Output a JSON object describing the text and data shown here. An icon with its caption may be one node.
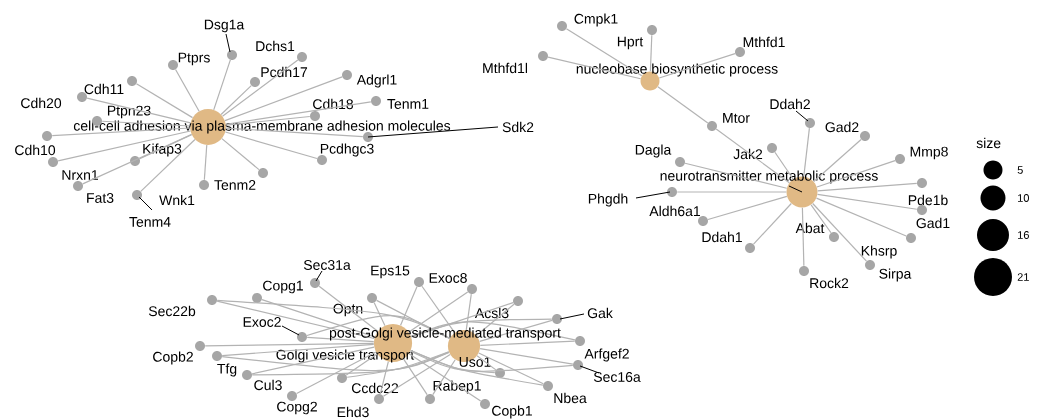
{
  "diagram": {
    "nodes": [
      {
        "text": [
          "cell-cell adhesion via plasma-membrane adhesion molecules"
        ]
      },
      {
        "text": [
          "Ptprs"
        ]
      },
      {
        "text": [
          "Dsg1a"
        ]
      },
      {
        "text": [
          "Dchs1"
        ]
      },
      {
        "text": [
          "Pcdh17"
        ]
      },
      {
        "text": [
          "Adgrl1"
        ]
      },
      {
        "text": [
          "Cdh11"
        ]
      },
      {
        "text": [
          "Cdh20"
        ]
      },
      {
        "text": [
          "Tenm1"
        ]
      },
      {
        "text": [
          "Cdh18"
        ]
      },
      {
        "text": [
          "Ptpn23"
        ]
      },
      {
        "text": [
          "Cdh10"
        ]
      },
      {
        "text": [
          "Sdk2"
        ]
      },
      {
        "text": [
          "Nrxn1"
        ]
      },
      {
        "text": [
          "Kifap3"
        ]
      },
      {
        "text": [
          "Pcdhgc3"
        ]
      },
      {
        "text": [
          "Fat3"
        ]
      },
      {
        "text": [
          "Tenm2"
        ]
      },
      {
        "text": [
          "Wnk1"
        ]
      },
      {
        "text": [
          "Tenm4"
        ]
      },
      {
        "text": [
          "nucleobase biosynthetic process"
        ]
      },
      {
        "text": [
          "Cmpk1"
        ]
      },
      {
        "text": [
          "Hprt"
        ]
      },
      {
        "text": [
          "Mthfd1"
        ]
      },
      {
        "text": [
          "Mthfd1l"
        ]
      },
      {
        "text": [
          "Mtor"
        ]
      },
      {
        "text": [
          "neurotransmitter metabolic process"
        ]
      },
      {
        "text": [
          "Ddah2"
        ]
      },
      {
        "text": [
          "Gad2"
        ]
      },
      {
        "text": [
          "Jak2"
        ]
      },
      {
        "text": [
          "Dagla"
        ]
      },
      {
        "text": [
          "Mmp8"
        ]
      },
      {
        "text": [
          "Pde1b"
        ]
      },
      {
        "text": [
          "Gad1"
        ]
      },
      {
        "text": [
          "Phgdh"
        ]
      },
      {
        "text": [
          "Aldh6a1"
        ]
      },
      {
        "text": [
          "Ddah1"
        ]
      },
      {
        "text": [
          "Abat"
        ]
      },
      {
        "text": [
          "Khsrp"
        ]
      },
      {
        "text": [
          "Sirpa"
        ]
      },
      {
        "text": [
          "Rock2"
        ]
      },
      {
        "text": [
          "Golgi vesicle transport"
        ]
      },
      {
        "text": [
          "post-Golgi vesicle-mediated transport"
        ]
      },
      {
        "text": [
          "Sec31a"
        ]
      },
      {
        "text": [
          "Copg1"
        ]
      },
      {
        "text": [
          "Eps15"
        ]
      },
      {
        "text": [
          "Exoc8"
        ]
      },
      {
        "text": [
          "Optn"
        ]
      },
      {
        "text": [
          "Acsl3"
        ]
      },
      {
        "text": [
          "Gak"
        ]
      },
      {
        "text": [
          "Sec22b"
        ]
      },
      {
        "text": [
          "Copb2"
        ]
      },
      {
        "text": [
          "Tfg"
        ]
      },
      {
        "text": [
          "Exoc2"
        ]
      },
      {
        "text": [
          "Arfgef2"
        ]
      },
      {
        "text": [
          "Sec16a"
        ]
      },
      {
        "text": [
          "Cul3"
        ]
      },
      {
        "text": [
          "Ccdc22"
        ]
      },
      {
        "text": [
          "Copg2"
        ]
      },
      {
        "text": [
          "Ehd3"
        ]
      },
      {
        "text": [
          "Rabep1"
        ]
      },
      {
        "text": [
          "Uso1"
        ]
      },
      {
        "text": [
          "Nbea"
        ]
      },
      {
        "text": [
          "Copb1"
        ]
      }
    ],
    "edges": [
      {
        "from": 0,
        "to": 1,
        "arrow": "none"
      },
      {
        "from": 0,
        "to": 2,
        "arrow": "none"
      },
      {
        "from": 0,
        "to": 3,
        "arrow": "none"
      },
      {
        "from": 0,
        "to": 4,
        "arrow": "none"
      },
      {
        "from": 0,
        "to": 5,
        "arrow": "none"
      },
      {
        "from": 0,
        "to": 6,
        "arrow": "none"
      },
      {
        "from": 0,
        "to": 7,
        "arrow": "none"
      },
      {
        "from": 0,
        "to": 8,
        "arrow": "none"
      },
      {
        "from": 0,
        "to": 9,
        "arrow": "none"
      },
      {
        "from": 0,
        "to": 10,
        "arrow": "none"
      },
      {
        "from": 0,
        "to": 11,
        "arrow": "none"
      },
      {
        "from": 0,
        "to": 12,
        "arrow": "none"
      },
      {
        "from": 0,
        "to": 13,
        "arrow": "none"
      },
      {
        "from": 0,
        "to": 14,
        "arrow": "none"
      },
      {
        "from": 0,
        "to": 15,
        "arrow": "none"
      },
      {
        "from": 0,
        "to": 16,
        "arrow": "none"
      },
      {
        "from": 0,
        "to": 17,
        "arrow": "none"
      },
      {
        "from": 0,
        "to": 18,
        "arrow": "none"
      },
      {
        "from": 0,
        "to": 19,
        "arrow": "none"
      },
      {
        "from": 20,
        "to": 21,
        "arrow": "none"
      },
      {
        "from": 20,
        "to": 22,
        "arrow": "none"
      },
      {
        "from": 20,
        "to": 23,
        "arrow": "none"
      },
      {
        "from": 20,
        "to": 24,
        "arrow": "none"
      },
      {
        "from": 20,
        "to": 25,
        "arrow": "none"
      },
      {
        "from": 26,
        "to": 25,
        "arrow": "none"
      },
      {
        "from": 26,
        "to": 27,
        "arrow": "none"
      },
      {
        "from": 26,
        "to": 28,
        "arrow": "none"
      },
      {
        "from": 26,
        "to": 29,
        "arrow": "none"
      },
      {
        "from": 26,
        "to": 30,
        "arrow": "none"
      },
      {
        "from": 26,
        "to": 31,
        "arrow": "none"
      },
      {
        "from": 26,
        "to": 32,
        "arrow": "none"
      },
      {
        "from": 26,
        "to": 33,
        "arrow": "none"
      },
      {
        "from": 26,
        "to": 34,
        "arrow": "none"
      },
      {
        "from": 26,
        "to": 35,
        "arrow": "none"
      },
      {
        "from": 26,
        "to": 36,
        "arrow": "none"
      },
      {
        "from": 26,
        "to": 37,
        "arrow": "none"
      },
      {
        "from": 26,
        "to": 38,
        "arrow": "none"
      },
      {
        "from": 26,
        "to": 39,
        "arrow": "none"
      },
      {
        "from": 26,
        "to": 40,
        "arrow": "none"
      },
      {
        "from": 41,
        "to": 43,
        "arrow": "none"
      },
      {
        "from": 41,
        "to": 44,
        "arrow": "none"
      },
      {
        "from": 41,
        "to": 45,
        "arrow": "none"
      },
      {
        "from": 41,
        "to": 46,
        "arrow": "none"
      },
      {
        "from": 41,
        "to": 47,
        "arrow": "none"
      },
      {
        "from": 41,
        "to": 48,
        "arrow": "none"
      },
      {
        "from": 41,
        "to": 49,
        "arrow": "none"
      },
      {
        "from": 41,
        "to": 50,
        "arrow": "none"
      },
      {
        "from": 41,
        "to": 51,
        "arrow": "none"
      },
      {
        "from": 41,
        "to": 52,
        "arrow": "none"
      },
      {
        "from": 41,
        "to": 53,
        "arrow": "none"
      },
      {
        "from": 41,
        "to": 54,
        "arrow": "none"
      },
      {
        "from": 41,
        "to": 55,
        "arrow": "none"
      },
      {
        "from": 41,
        "to": 56,
        "arrow": "none"
      },
      {
        "from": 41,
        "to": 57,
        "arrow": "none"
      },
      {
        "from": 41,
        "to": 58,
        "arrow": "none"
      },
      {
        "from": 41,
        "to": 59,
        "arrow": "none"
      },
      {
        "from": 41,
        "to": 60,
        "arrow": "none"
      },
      {
        "from": 41,
        "to": 61,
        "arrow": "none"
      },
      {
        "from": 41,
        "to": 62,
        "arrow": "none"
      },
      {
        "from": 41,
        "to": 63,
        "arrow": "none"
      },
      {
        "from": 42,
        "to": 45,
        "arrow": "none"
      },
      {
        "from": 42,
        "to": 46,
        "arrow": "none"
      },
      {
        "from": 42,
        "to": 47,
        "arrow": "none"
      },
      {
        "from": 42,
        "to": 48,
        "arrow": "none"
      },
      {
        "from": 42,
        "to": 49,
        "arrow": "none"
      },
      {
        "from": 42,
        "to": 50,
        "arrow": "none"
      },
      {
        "from": 42,
        "to": 52,
        "arrow": "none"
      },
      {
        "from": 42,
        "to": 53,
        "arrow": "none"
      },
      {
        "from": 42,
        "to": 54,
        "arrow": "none"
      },
      {
        "from": 42,
        "to": 55,
        "arrow": "none"
      },
      {
        "from": 42,
        "to": 56,
        "arrow": "none"
      },
      {
        "from": 42,
        "to": 57,
        "arrow": "none"
      },
      {
        "from": 42,
        "to": 59,
        "arrow": "none"
      },
      {
        "from": 42,
        "to": 60,
        "arrow": "none"
      },
      {
        "from": 42,
        "to": 61,
        "arrow": "none"
      },
      {
        "from": 42,
        "to": 62,
        "arrow": "none"
      }
    ],
    "labels": [
      "size"
    ],
    "legend": [
      {
        "text": "5"
      },
      {
        "text": "10"
      },
      {
        "text": "16"
      },
      {
        "text": "21"
      }
    ]
  }
}
